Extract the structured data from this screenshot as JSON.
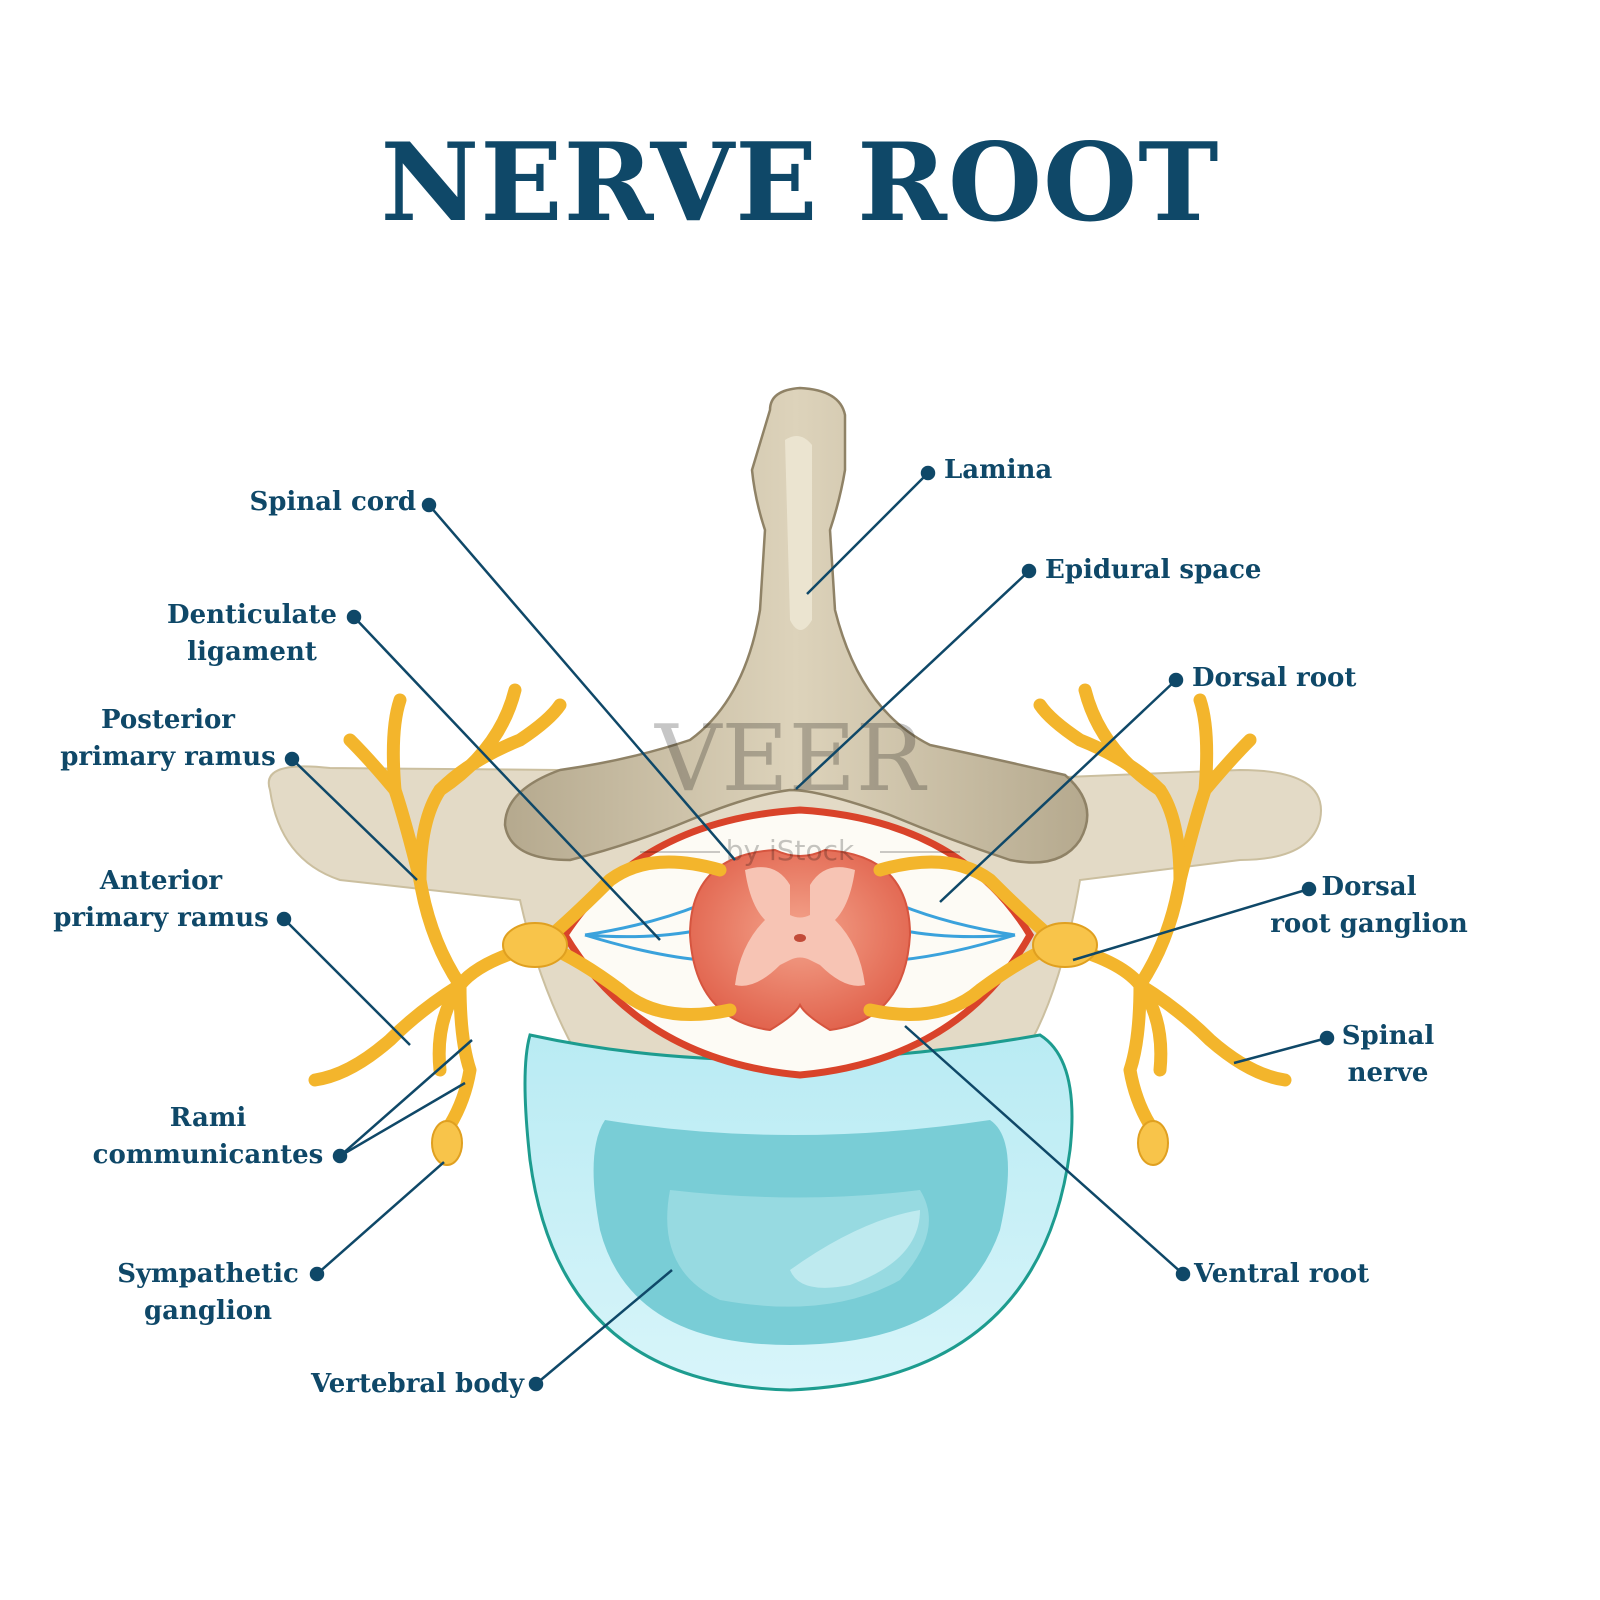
{
  "title": "NERVE ROOT",
  "labels": {
    "lamina": "Lamina",
    "spinal_cord": "Spinal cord",
    "epidural_space": "Epidural space",
    "denticulate_ligament": [
      "Denticulate",
      "ligament"
    ],
    "dorsal_root": "Dorsal root",
    "posterior_primary_ramus": [
      "Posterior",
      "primary ramus"
    ],
    "anterior_primary_ramus": [
      "Anterior",
      "primary ramus"
    ],
    "dorsal_root_ganglion": [
      "Dorsal",
      "root ganglion"
    ],
    "spinal_nerve": [
      "Spinal",
      "nerve"
    ],
    "rami_communicantes": [
      "Rami",
      "communicantes"
    ],
    "sympathetic_ganglion": [
      "Sympathetic",
      "ganglion"
    ],
    "ventral_root": "Ventral root",
    "vertebral_body": "Vertebral body"
  },
  "watermark": {
    "main": "VEER",
    "sub": "by iStock"
  },
  "colors": {
    "title": "#0f4868",
    "label": "#0f4868",
    "bone": "#cfc3a8",
    "nerve": "#f3b52c",
    "cord": "#e5735e",
    "dura": "#d9432a",
    "disc": "#8fd2dc"
  }
}
